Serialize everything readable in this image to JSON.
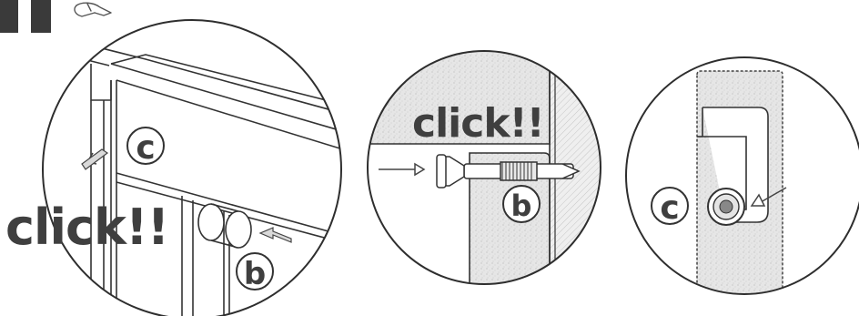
{
  "page": {
    "step_marker_color": "#3a3a3a",
    "line_color": "#333333",
    "label_fill": "#3f3f3f"
  },
  "panel_left": {
    "click_text": "click!!",
    "callout_c": "c",
    "callout_b": "b",
    "icons": [
      "hand-icon",
      "arrow-out-icon",
      "arrow-in-icon"
    ]
  },
  "panel_middle": {
    "click_text": "click!!",
    "callout_b": "b",
    "icons": [
      "push-arrow-icon"
    ]
  },
  "panel_right": {
    "callout_c": "c",
    "icons": [
      "pointer-arrow-icon"
    ]
  }
}
